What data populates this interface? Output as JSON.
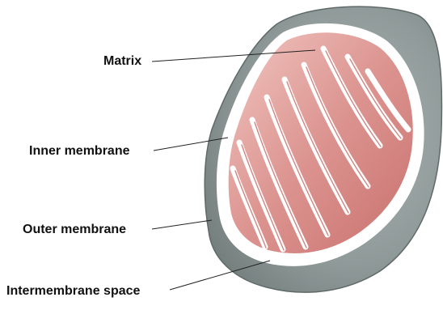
{
  "labels": {
    "matrix": "Matrix",
    "inner_membrane": "Inner membrane",
    "outer_membrane": "Outer membrane",
    "intermembrane_space": "Intermembrane space"
  },
  "colors": {
    "outer_shell": "#8f9a99",
    "outer_shell_dark": "#6f7a79",
    "matrix": "#d98d8a",
    "matrix_light": "#efc3bf",
    "membrane": "#ffffff",
    "leader_line": "#222222"
  }
}
